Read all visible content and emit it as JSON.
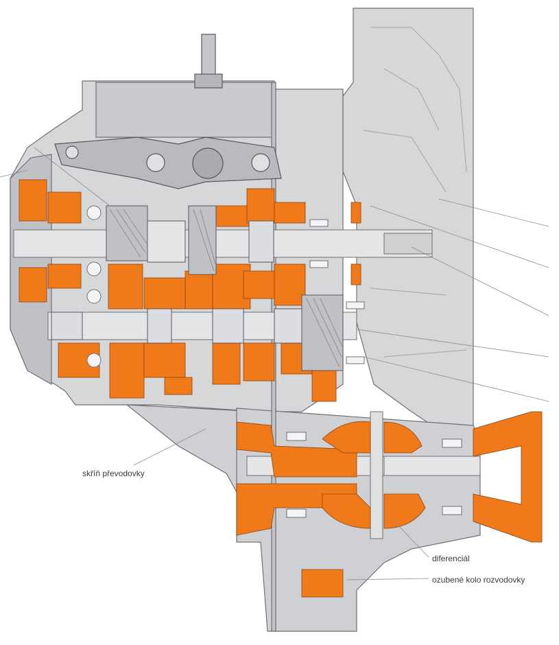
{
  "labels": {
    "housing": "skříň převodovky",
    "differential": "diferenciál",
    "final_drive_gear": "ozubené kolo rozvodovky"
  },
  "colors": {
    "background": "#ffffff",
    "housing_light": "#d6d7d9",
    "housing_mid": "#bfc1c4",
    "outline": "#6d6f73",
    "shaft": "#e4e5e6",
    "highlight_orange": "#f07a1a",
    "bearing": "#f4f4f6",
    "leader_line": "#8a8c90"
  }
}
